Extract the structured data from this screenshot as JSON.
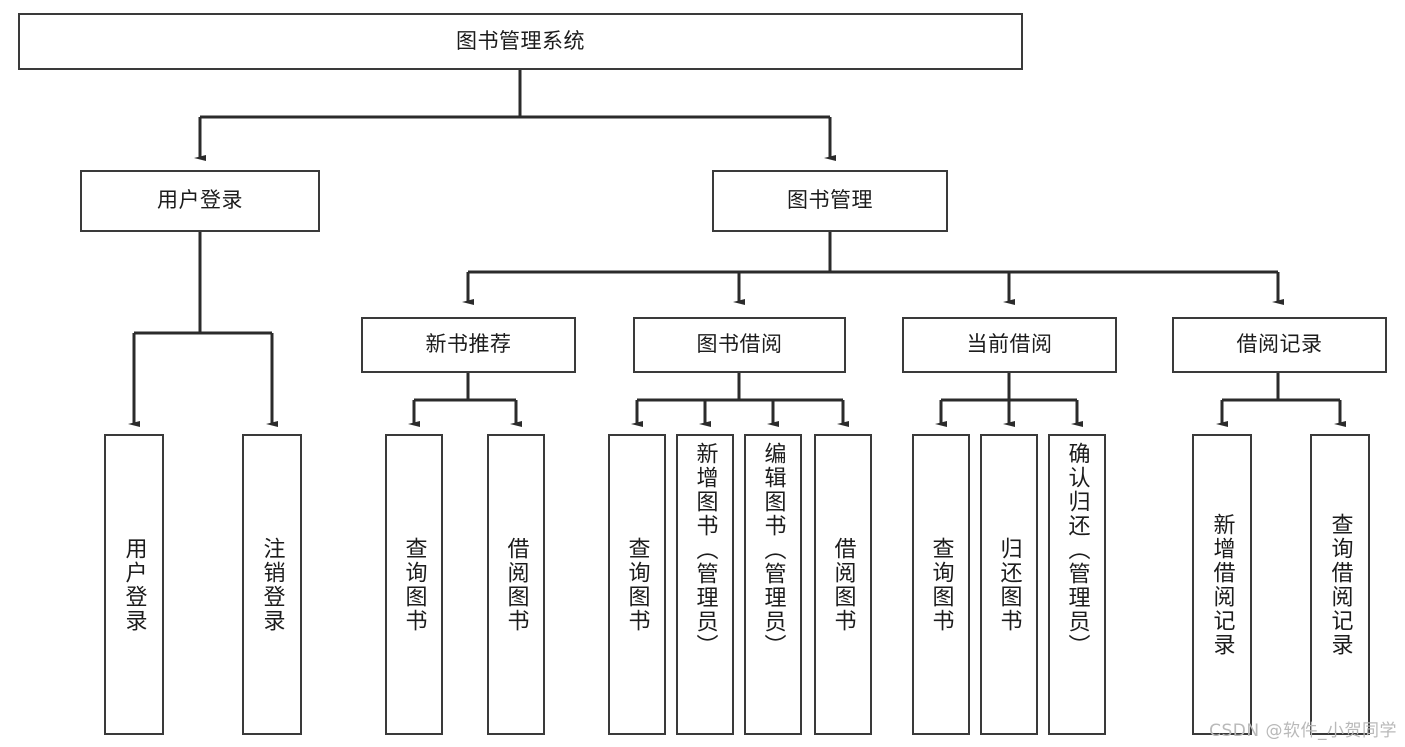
{
  "diagram": {
    "title": "图书管理系统",
    "type": "tree-hierarchy",
    "watermark": "CSDN @软件_小贺同学",
    "colors": {
      "background": "#ffffff",
      "node_fill": "#ffffff",
      "node_border": "#3a3a3a",
      "edge": "#2b2b2b",
      "text": "#1c1c1c",
      "watermark": "#b9b9b9"
    },
    "root": {
      "label": "图书管理系统"
    },
    "level2": [
      {
        "label": "用户登录"
      },
      {
        "label": "图书管理"
      }
    ],
    "level3": [
      {
        "label": "新书推荐"
      },
      {
        "label": "图书借阅"
      },
      {
        "label": "当前借阅"
      },
      {
        "label": "借阅记录"
      }
    ],
    "leaves": {
      "user_login": [
        {
          "label": "用户登录"
        },
        {
          "label": "注销登录"
        }
      ],
      "new_book_recommend": [
        {
          "label": "查询图书"
        },
        {
          "label": "借阅图书"
        }
      ],
      "book_borrow": [
        {
          "label": "查询图书"
        },
        {
          "label": "新增图书（管理员）"
        },
        {
          "label": "编辑图书（管理员）"
        },
        {
          "label": "借阅图书"
        }
      ],
      "current_borrow": [
        {
          "label": "查询图书"
        },
        {
          "label": "归还图书"
        },
        {
          "label": "确认归还（管理员）"
        }
      ],
      "borrow_records": [
        {
          "label": "新增借阅记录"
        },
        {
          "label": "查询借阅记录"
        }
      ]
    }
  }
}
